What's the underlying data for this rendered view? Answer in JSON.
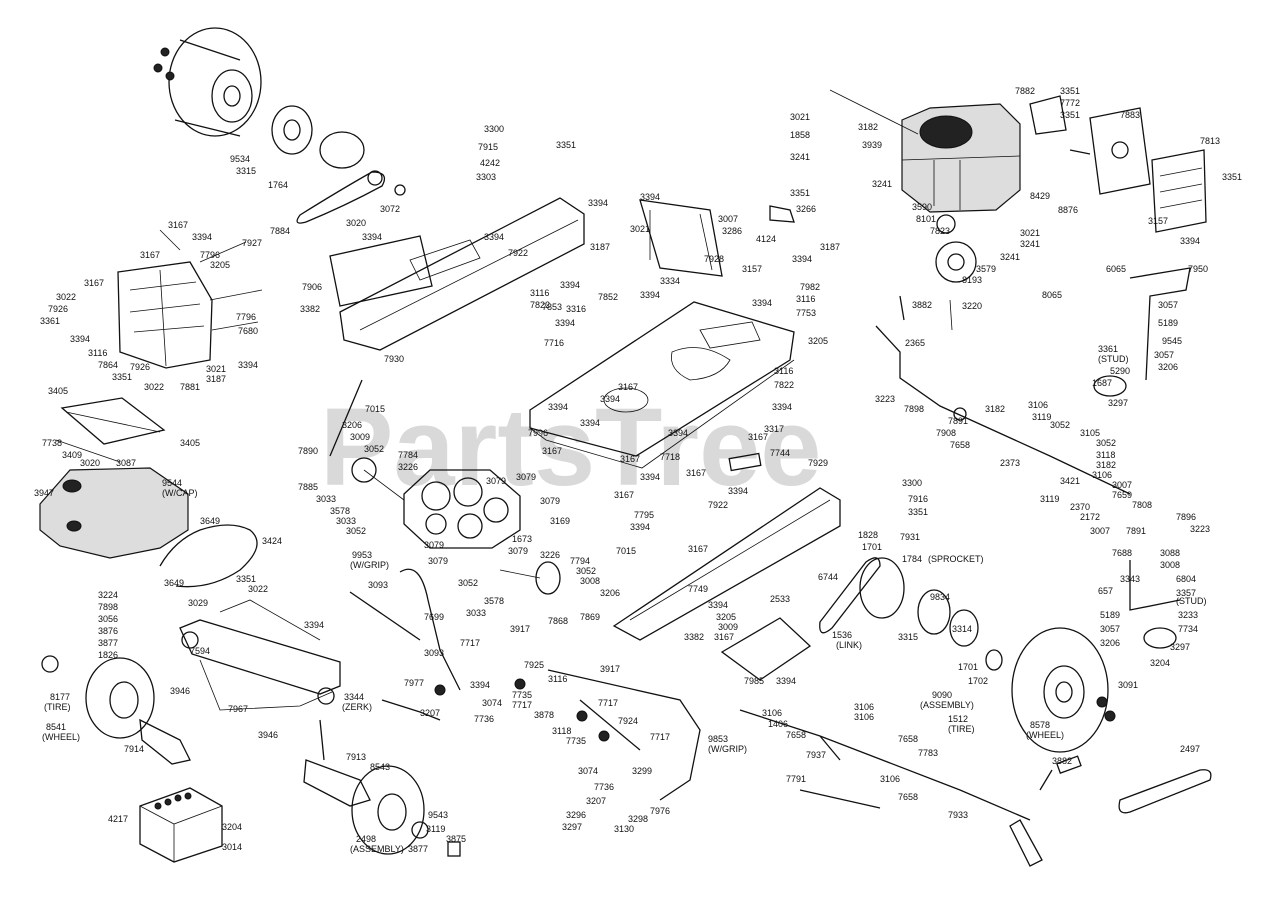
{
  "watermark": "PartsTree",
  "callouts": [
    [
      "3351",
      "1060",
      "94"
    ],
    [
      "7772",
      "1060",
      "106"
    ],
    [
      "3351",
      "1060",
      "118"
    ],
    [
      "7882",
      "1015",
      "94"
    ],
    [
      "7883",
      "1120",
      "118"
    ],
    [
      "7813",
      "1200",
      "144"
    ],
    [
      "3351",
      "1222",
      "180"
    ],
    [
      "3157",
      "1148",
      "224"
    ],
    [
      "3394",
      "1180",
      "244"
    ],
    [
      "3021",
      "790",
      "120"
    ],
    [
      "3182",
      "858",
      "130"
    ],
    [
      "1858",
      "790",
      "138"
    ],
    [
      "3939",
      "862",
      "148"
    ],
    [
      "3241",
      "790",
      "160"
    ],
    [
      "3241",
      "872",
      "187"
    ],
    [
      "8429",
      "1030",
      "199"
    ],
    [
      "8876",
      "1058",
      "213"
    ],
    [
      "3590",
      "912",
      "210"
    ],
    [
      "8101",
      "916",
      "222"
    ],
    [
      "7823",
      "930",
      "234"
    ],
    [
      "3021",
      "1020",
      "236"
    ],
    [
      "3241",
      "1020",
      "247"
    ],
    [
      "3241",
      "1000",
      "260"
    ],
    [
      "3579",
      "976",
      "272"
    ],
    [
      "8193",
      "962",
      "283"
    ],
    [
      "8065",
      "1042",
      "298"
    ],
    [
      "3220",
      "962",
      "309"
    ],
    [
      "3882",
      "912",
      "308"
    ],
    [
      "6065",
      "1106",
      "272"
    ],
    [
      "7950",
      "1188",
      "272"
    ],
    [
      "3057",
      "1158",
      "308"
    ],
    [
      "5189",
      "1158",
      "326"
    ],
    [
      "3361",
      "1098",
      "352"
    ],
    [
      "(STUD)",
      "1098",
      "362"
    ],
    [
      "9545",
      "1162",
      "344"
    ],
    [
      "3057",
      "1154",
      "358"
    ],
    [
      "5290",
      "1110",
      "374"
    ],
    [
      "3206",
      "1158",
      "370"
    ],
    [
      "1687",
      "1092",
      "386"
    ],
    [
      "3297",
      "1108",
      "406"
    ],
    [
      "2365",
      "905",
      "346"
    ],
    [
      "3223",
      "875",
      "402"
    ],
    [
      "7898",
      "904",
      "412"
    ],
    [
      "7891",
      "948",
      "424"
    ],
    [
      "7908",
      "936",
      "436"
    ],
    [
      "7658",
      "950",
      "448"
    ],
    [
      "3182",
      "985",
      "412"
    ],
    [
      "3106",
      "1028",
      "408"
    ],
    [
      "3119",
      "1032",
      "420"
    ],
    [
      "3052",
      "1050",
      "428"
    ],
    [
      "2373",
      "1000",
      "466"
    ],
    [
      "3105",
      "1080",
      "436"
    ],
    [
      "3052",
      "1096",
      "446"
    ],
    [
      "3118",
      "1096",
      "458"
    ],
    [
      "3182",
      "1096",
      "468"
    ],
    [
      "3421",
      "1060",
      "484"
    ],
    [
      "3106",
      "1092",
      "478"
    ],
    [
      "3007",
      "1112",
      "488"
    ],
    [
      "7659",
      "1112",
      "498"
    ],
    [
      "7808",
      "1132",
      "508"
    ],
    [
      "3119",
      "1040",
      "502"
    ],
    [
      "2370",
      "1070",
      "510"
    ],
    [
      "2172",
      "1080",
      "520"
    ],
    [
      "3007",
      "1090",
      "534"
    ],
    [
      "7891",
      "1126",
      "534"
    ],
    [
      "7896",
      "1176",
      "520"
    ],
    [
      "3223",
      "1190",
      "532"
    ],
    [
      "7688",
      "1112",
      "556"
    ],
    [
      "3088",
      "1160",
      "556"
    ],
    [
      "3008",
      "1160",
      "568"
    ],
    [
      "3343",
      "1120",
      "582"
    ],
    [
      "6804",
      "1176",
      "582"
    ],
    [
      "657",
      "1098",
      "594"
    ],
    [
      "3357",
      "1176",
      "596"
    ],
    [
      "(STUD)",
      "1176",
      "604"
    ],
    [
      "5189",
      "1100",
      "618"
    ],
    [
      "3233",
      "1178",
      "618"
    ],
    [
      "3057",
      "1100",
      "632"
    ],
    [
      "7734",
      "1178",
      "632"
    ],
    [
      "3206",
      "1100",
      "646"
    ],
    [
      "3297",
      "1170",
      "650"
    ],
    [
      "3204",
      "1150",
      "666"
    ],
    [
      "3091",
      "1118",
      "688"
    ],
    [
      "1701",
      "958",
      "670"
    ],
    [
      "1702",
      "968",
      "684"
    ],
    [
      "3314",
      "952",
      "632"
    ],
    [
      "9090",
      "932",
      "698"
    ],
    [
      "(ASSEMBLY)",
      "920",
      "708"
    ],
    [
      "1512",
      "948",
      "722"
    ],
    [
      "(TIRE)",
      "948",
      "732"
    ],
    [
      "8578",
      "1030",
      "728"
    ],
    [
      "(WHEEL)",
      "1026",
      "738"
    ],
    [
      "3882",
      "1052",
      "764"
    ],
    [
      "2497",
      "1180",
      "752"
    ],
    [
      "3106",
      "854",
      "710"
    ],
    [
      "3106",
      "854",
      "720"
    ],
    [
      "3106",
      "762",
      "716"
    ],
    [
      "1406",
      "768",
      "727"
    ],
    [
      "7658",
      "786",
      "738"
    ],
    [
      "7937",
      "806",
      "758"
    ],
    [
      "7658",
      "898",
      "742"
    ],
    [
      "7783",
      "918",
      "756"
    ],
    [
      "7791",
      "786",
      "782"
    ],
    [
      "3106",
      "880",
      "782"
    ],
    [
      "7658",
      "898",
      "800"
    ],
    [
      "7933",
      "948",
      "818"
    ],
    [
      "7929",
      "808",
      "466"
    ],
    [
      "3300",
      "902",
      "486"
    ],
    [
      "7916",
      "908",
      "502"
    ],
    [
      "3351",
      "908",
      "515"
    ],
    [
      "7922",
      "708",
      "508"
    ],
    [
      "1828",
      "858",
      "538"
    ],
    [
      "1701",
      "862",
      "550"
    ],
    [
      "7931",
      "900",
      "540"
    ],
    [
      "1784",
      "902",
      "562"
    ],
    [
      "(SPROCKET)",
      "928",
      "562"
    ],
    [
      "6744",
      "818",
      "580"
    ],
    [
      "9834",
      "930",
      "600"
    ],
    [
      "2533",
      "770",
      "602"
    ],
    [
      "1536",
      "832",
      "638"
    ],
    [
      "(LINK)",
      "836",
      "648"
    ],
    [
      "3315",
      "898",
      "640"
    ],
    [
      "3167",
      "688",
      "552"
    ],
    [
      "7749",
      "688",
      "592"
    ],
    [
      "3394",
      "708",
      "608"
    ],
    [
      "3205",
      "716",
      "620"
    ],
    [
      "3009",
      "718",
      "630"
    ],
    [
      "3167",
      "714",
      "640"
    ],
    [
      "3382",
      "684",
      "640"
    ],
    [
      "7985",
      "744",
      "684"
    ],
    [
      "3394",
      "776",
      "684"
    ],
    [
      "7015",
      "616",
      "554"
    ],
    [
      "3226",
      "540",
      "558"
    ],
    [
      "7794",
      "570",
      "564"
    ],
    [
      "3052",
      "576",
      "574"
    ],
    [
      "3008",
      "580",
      "584"
    ],
    [
      "3206",
      "600",
      "596"
    ],
    [
      "3052",
      "458",
      "586"
    ],
    [
      "3578",
      "484",
      "604"
    ],
    [
      "3033",
      "466",
      "616"
    ],
    [
      "3917",
      "510",
      "632"
    ],
    [
      "7868",
      "548",
      "624"
    ],
    [
      "7869",
      "580",
      "620"
    ],
    [
      "3917",
      "600",
      "672"
    ],
    [
      "9953",
      "352",
      "558"
    ],
    [
      "(W/GRIP)",
      "350",
      "568"
    ],
    [
      "3093",
      "368",
      "588"
    ],
    [
      "7699",
      "424",
      "620"
    ],
    [
      "7717",
      "460",
      "646"
    ],
    [
      "3093",
      "424",
      "656"
    ],
    [
      "7925",
      "524",
      "668"
    ],
    [
      "3116",
      "548",
      "682"
    ],
    [
      "7977",
      "404",
      "686"
    ],
    [
      "3394",
      "470",
      "688"
    ],
    [
      "7735",
      "512",
      "698"
    ],
    [
      "3074",
      "482",
      "706"
    ],
    [
      "7717",
      "512",
      "708"
    ],
    [
      "7736",
      "474",
      "722"
    ],
    [
      "3207",
      "420",
      "716"
    ],
    [
      "3878",
      "534",
      "718"
    ],
    [
      "7717",
      "598",
      "706"
    ],
    [
      "7924",
      "618",
      "724"
    ],
    [
      "3118",
      "552",
      "734"
    ],
    [
      "7735",
      "566",
      "744"
    ],
    [
      "7717",
      "650",
      "740"
    ],
    [
      "9853",
      "708",
      "742"
    ],
    [
      "(W/GRIP)",
      "708",
      "752"
    ],
    [
      "3299",
      "632",
      "774"
    ],
    [
      "3074",
      "578",
      "774"
    ],
    [
      "7736",
      "594",
      "790"
    ],
    [
      "3207",
      "586",
      "804"
    ],
    [
      "7976",
      "650",
      "814"
    ],
    [
      "3296",
      "566",
      "818"
    ],
    [
      "3298",
      "628",
      "822"
    ],
    [
      "3297",
      "562",
      "830"
    ],
    [
      "3130",
      "614",
      "832"
    ],
    [
      "7015",
      "365",
      "412"
    ],
    [
      "3206",
      "342",
      "428"
    ],
    [
      "3009",
      "350",
      "440"
    ],
    [
      "3052",
      "364",
      "452"
    ],
    [
      "7784",
      "398",
      "458"
    ],
    [
      "3226",
      "398",
      "470"
    ],
    [
      "7890",
      "298",
      "454"
    ],
    [
      "7885",
      "298",
      "490"
    ],
    [
      "3033",
      "316",
      "502"
    ],
    [
      "3578",
      "330",
      "514"
    ],
    [
      "3033",
      "336",
      "524"
    ],
    [
      "3052",
      "346",
      "534"
    ],
    [
      "3079",
      "486",
      "484"
    ],
    [
      "3079",
      "516",
      "480"
    ],
    [
      "3079",
      "540",
      "504"
    ],
    [
      "3079",
      "424",
      "548"
    ],
    [
      "3079",
      "428",
      "564"
    ],
    [
      "3079",
      "508",
      "554"
    ],
    [
      "1673",
      "512",
      "542"
    ],
    [
      "3116",
      "530",
      "296"
    ],
    [
      "7853",
      "542",
      "310"
    ],
    [
      "7852",
      "598",
      "300"
    ],
    [
      "3394",
      "560",
      "288"
    ],
    [
      "3316",
      "566",
      "312"
    ],
    [
      "3394",
      "555",
      "326"
    ],
    [
      "3334",
      "660",
      "284"
    ],
    [
      "3394",
      "640",
      "298"
    ],
    [
      "7822",
      "530",
      "308"
    ],
    [
      "7716",
      "544",
      "346"
    ],
    [
      "3167",
      "618",
      "390"
    ],
    [
      "7996",
      "528",
      "436"
    ],
    [
      "3394",
      "548",
      "410"
    ],
    [
      "3394",
      "580",
      "426"
    ],
    [
      "3394",
      "600",
      "402"
    ],
    [
      "3394",
      "668",
      "436"
    ],
    [
      "3317",
      "764",
      "432"
    ],
    [
      "3394",
      "772",
      "410"
    ],
    [
      "3116",
      "774",
      "374"
    ],
    [
      "7822",
      "774",
      "388"
    ],
    [
      "3167",
      "748",
      "440"
    ],
    [
      "3167",
      "542",
      "454"
    ],
    [
      "3167",
      "620",
      "462"
    ],
    [
      "7718",
      "660",
      "460"
    ],
    [
      "3167",
      "686",
      "476"
    ],
    [
      "3394",
      "640",
      "480"
    ],
    [
      "7744",
      "770",
      "456"
    ],
    [
      "3394",
      "728",
      "494"
    ],
    [
      "3167",
      "614",
      "498"
    ],
    [
      "7795",
      "634",
      "518"
    ],
    [
      "3394",
      "630",
      "530"
    ],
    [
      "3169",
      "550",
      "524"
    ],
    [
      "3007",
      "718",
      "222"
    ],
    [
      "3286",
      "722",
      "234"
    ],
    [
      "3351",
      "790",
      "196"
    ],
    [
      "3266",
      "796",
      "212"
    ],
    [
      "4124",
      "756",
      "242"
    ],
    [
      "3187",
      "820",
      "250"
    ],
    [
      "3394",
      "792",
      "262"
    ],
    [
      "3157",
      "742",
      "272"
    ],
    [
      "7982",
      "800",
      "290"
    ],
    [
      "3116",
      "796",
      "302"
    ],
    [
      "3394",
      "752",
      "306"
    ],
    [
      "7753",
      "796",
      "316"
    ],
    [
      "3205",
      "808",
      "344"
    ],
    [
      "3021",
      "630",
      "232"
    ],
    [
      "7928",
      "704",
      "262"
    ],
    [
      "3394",
      "640",
      "200"
    ],
    [
      "3394",
      "588",
      "206"
    ],
    [
      "3187",
      "590",
      "250"
    ],
    [
      "3300",
      "484",
      "132"
    ],
    [
      "7915",
      "478",
      "150"
    ],
    [
      "3351",
      "556",
      "148"
    ],
    [
      "4242",
      "480",
      "166"
    ],
    [
      "3303",
      "476",
      "180"
    ],
    [
      "7922",
      "508",
      "256"
    ],
    [
      "3394",
      "484",
      "240"
    ],
    [
      "7930",
      "384",
      "362"
    ],
    [
      "7906",
      "302",
      "290"
    ],
    [
      "3382",
      "300",
      "312"
    ],
    [
      "3394",
      "362",
      "240"
    ],
    [
      "7884",
      "270",
      "234"
    ],
    [
      "3020",
      "346",
      "226"
    ],
    [
      "3072",
      "380",
      "212"
    ],
    [
      "1764",
      "268",
      "188"
    ],
    [
      "3315",
      "236",
      "174"
    ],
    [
      "9534",
      "230",
      "162"
    ],
    [
      "3167",
      "168",
      "228"
    ],
    [
      "3394",
      "192",
      "240"
    ],
    [
      "7927",
      "242",
      "246"
    ],
    [
      "3167",
      "140",
      "258"
    ],
    [
      "7796",
      "200",
      "258"
    ],
    [
      "3205",
      "210",
      "268"
    ],
    [
      "3167",
      "84",
      "286"
    ],
    [
      "3022",
      "56",
      "300"
    ],
    [
      "7926",
      "48",
      "312"
    ],
    [
      "3361",
      "40",
      "324"
    ],
    [
      "3394",
      "70",
      "342"
    ],
    [
      "3116",
      "88",
      "356"
    ],
    [
      "7864",
      "98",
      "368"
    ],
    [
      "7926",
      "130",
      "370"
    ],
    [
      "3351",
      "112",
      "380"
    ],
    [
      "3022",
      "144",
      "390"
    ],
    [
      "7881",
      "180",
      "390"
    ],
    [
      "3021",
      "206",
      "372"
    ],
    [
      "3187",
      "206",
      "382"
    ],
    [
      "3394",
      "238",
      "368"
    ],
    [
      "7680",
      "238",
      "334"
    ],
    [
      "7796",
      "236",
      "320"
    ],
    [
      "3405",
      "48",
      "394"
    ],
    [
      "7738",
      "42",
      "446"
    ],
    [
      "3409",
      "62",
      "458"
    ],
    [
      "3020",
      "80",
      "466"
    ],
    [
      "3087",
      "116",
      "466"
    ],
    [
      "3405",
      "180",
      "446"
    ],
    [
      "9544",
      "162",
      "486"
    ],
    [
      "(W/CAP)",
      "162",
      "496"
    ],
    [
      "3947",
      "34",
      "496"
    ],
    [
      "3649",
      "200",
      "524"
    ],
    [
      "3424",
      "262",
      "544"
    ],
    [
      "3649",
      "164",
      "586"
    ],
    [
      "3224",
      "98",
      "598"
    ],
    [
      "7898",
      "98",
      "610"
    ],
    [
      "3056",
      "98",
      "622"
    ],
    [
      "3876",
      "98",
      "634"
    ],
    [
      "3877",
      "98",
      "646"
    ],
    [
      "1826",
      "98",
      "658"
    ],
    [
      "3029",
      "188",
      "606"
    ],
    [
      "3351",
      "236",
      "582"
    ],
    [
      "3022",
      "248",
      "592"
    ],
    [
      "3394",
      "304",
      "628"
    ],
    [
      "7594",
      "190",
      "654"
    ],
    [
      "3946",
      "170",
      "694"
    ],
    [
      "7967",
      "228",
      "712"
    ],
    [
      "3344",
      "344",
      "700"
    ],
    [
      "(ZERK)",
      "342",
      "710"
    ],
    [
      "3946",
      "258",
      "738"
    ],
    [
      "8177",
      "50",
      "700"
    ],
    [
      "(TIRE)",
      "44",
      "710"
    ],
    [
      "8541",
      "46",
      "730"
    ],
    [
      "(WHEEL)",
      "42",
      "740"
    ],
    [
      "7914",
      "124",
      "752"
    ],
    [
      "7913",
      "346",
      "760"
    ],
    [
      "8543",
      "370",
      "770"
    ],
    [
      "9543",
      "428",
      "818"
    ],
    [
      "3119",
      "426",
      "832"
    ],
    [
      "3875",
      "446",
      "842"
    ],
    [
      "3877",
      "408",
      "852"
    ],
    [
      "2498",
      "356",
      "842"
    ],
    [
      "(ASSEMBLY)",
      "350",
      "852"
    ],
    [
      "4217",
      "108",
      "822"
    ],
    [
      "3204",
      "222",
      "830"
    ],
    [
      "3014",
      "222",
      "850"
    ]
  ]
}
